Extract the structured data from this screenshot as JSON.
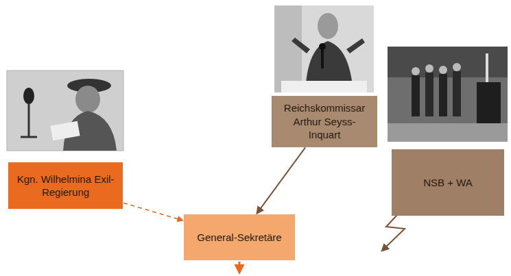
{
  "diagram": {
    "nodes": [
      {
        "text": [
          "Kgn. Wilhelmina Exil-Regierung"
        ]
      },
      {
        "text": [
          "Reichskommissar Arthur Seyss-Inquart"
        ]
      },
      {
        "text": [
          "NSB + WA"
        ]
      },
      {
        "text": [
          "General-Sekretäre"
        ]
      }
    ],
    "edges": [
      {
        "from": 0,
        "to": 3,
        "arrow": "to"
      },
      {
        "from": 1,
        "to": 3,
        "arrow": "to"
      }
    ]
  }
}
